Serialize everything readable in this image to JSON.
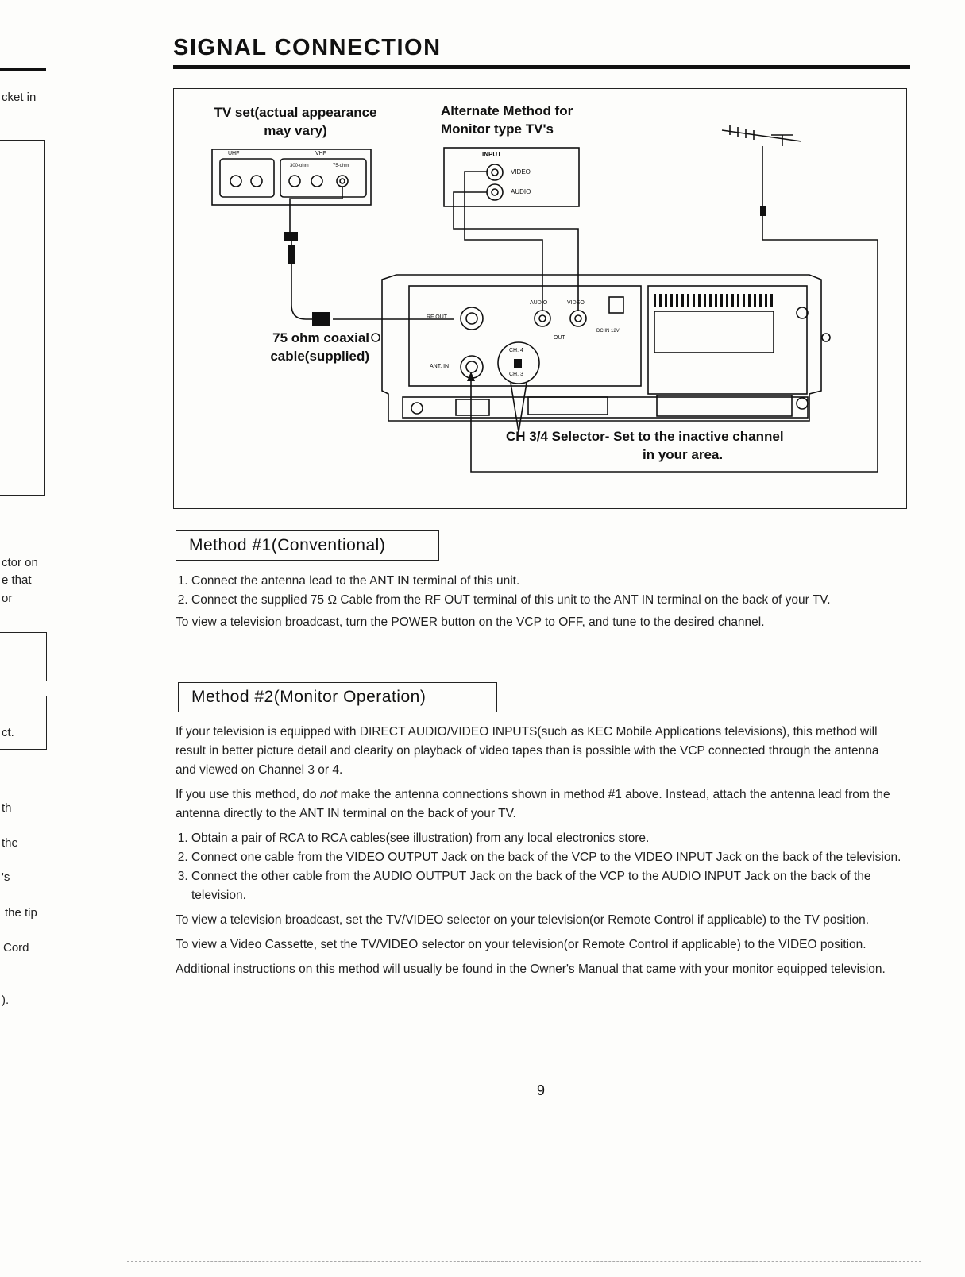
{
  "page": {
    "title": "SIGNAL CONNECTION",
    "page_number": "9"
  },
  "left_fragments": [
    "cket in",
    "ctor on",
    "e that",
    "or",
    "ct.",
    "th",
    "the",
    "'s",
    "the tip",
    "Cord",
    ")."
  ],
  "figure": {
    "tv_label": [
      "TV set(actual appearance",
      "may vary)"
    ],
    "alt_label": [
      "Alternate Method for",
      "Monitor type TV's"
    ],
    "tv_panel": {
      "uhf": "UHF",
      "vhf": "VHF",
      "ohm300": "300-ohm",
      "ohm75": "75-ohm"
    },
    "monitor_panel": {
      "input": "INPUT",
      "video": "VIDEO",
      "audio": "AUDIO"
    },
    "coax_label": [
      "75 ohm coaxial",
      "cable(supplied)"
    ],
    "vcp_panel": {
      "rf_out": "RF OUT",
      "ant_in": "ANT. IN",
      "audio": "AUDIO",
      "video": "VIDEO",
      "out": "OUT",
      "dc_in": "DC IN 12V",
      "ch4": "CH. 4",
      "ch3": "CH. 3"
    },
    "selector_label": [
      "CH 3/4 Selector- Set to the inactive channel",
      "in your area."
    ]
  },
  "method1": {
    "heading": "Method #1(Conventional)",
    "steps": [
      "Connect the antenna lead to the ANT IN terminal of this unit.",
      "Connect the supplied 75 Ω Cable from the RF OUT terminal of this unit to the ANT IN terminal on the back of your TV."
    ],
    "note": "To view a television broadcast, turn the POWER button on the VCP to OFF, and tune to the desired channel."
  },
  "method2": {
    "heading": "Method #2(Monitor Operation)",
    "para1": "If your television is equipped with DIRECT AUDIO/VIDEO INPUTS(such as KEC Mobile Applications televisions), this method will result in better picture detail and clearity on playback of video tapes than is possible with the VCP connected through the antenna and viewed on Channel 3 or 4.",
    "para2_a": "If you use this method, do ",
    "para2_em": "not",
    "para2_b": " make the antenna connections shown in method #1 above. Instead, attach the antenna lead from the antenna directly to the ANT IN terminal on the back of your TV.",
    "steps": [
      "Obtain a pair of RCA to RCA cables(see illustration) from any local electronics store.",
      "Connect one cable from the VIDEO OUTPUT Jack on the back of the VCP to the VIDEO INPUT Jack on the back of the television.",
      "Connect the other cable from the AUDIO OUTPUT Jack on the back of the VCP to the AUDIO INPUT Jack on the back of the television."
    ],
    "para3": "To view a television broadcast, set the TV/VIDEO selector on your television(or Remote Control if applicable) to the TV position.",
    "para4": "To view a Video Cassette, set the TV/VIDEO selector on your television(or Remote Control if applicable) to the VIDEO position.",
    "para5": "Additional instructions on this method will usually be found in the Owner's Manual that came with your monitor equipped television."
  }
}
